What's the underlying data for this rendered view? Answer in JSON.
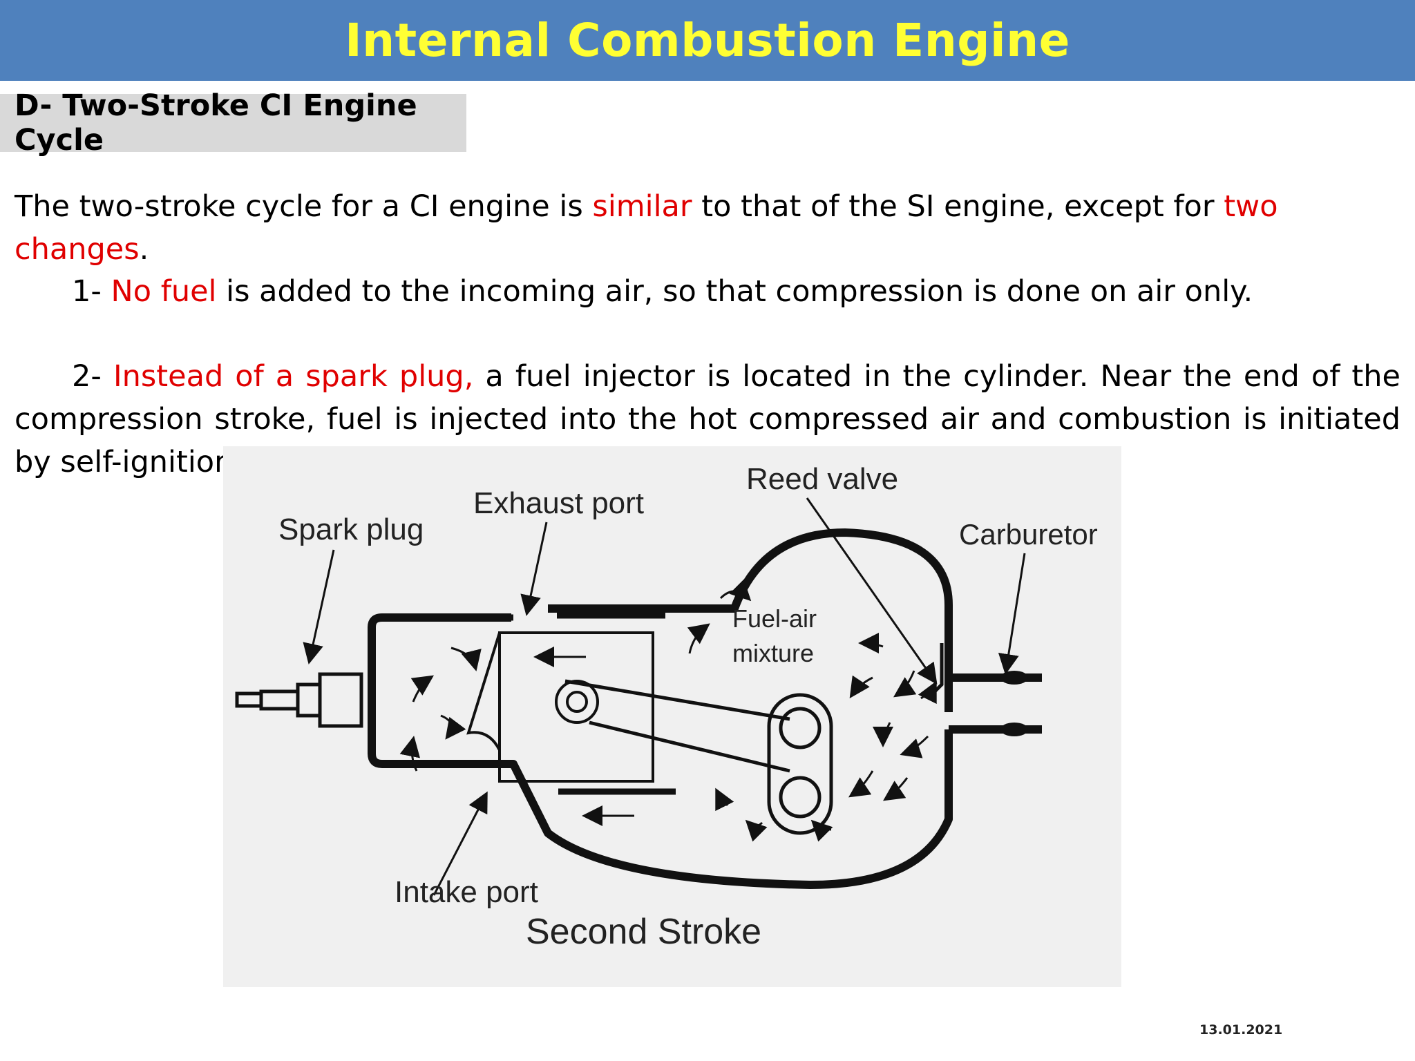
{
  "header": {
    "title": "Internal Combustion Engine"
  },
  "section": {
    "heading": "D- Two-Stroke CI Engine Cycle"
  },
  "intro": {
    "a": "The two-stroke cycle for a CI engine is ",
    "b": "similar",
    "c": " to that of the SI engine, except for ",
    "d": "two changes",
    "e": "."
  },
  "point1": {
    "num": "1- ",
    "red": "No fuel",
    "rest": " is added to the incoming air, so that compression is done on air only."
  },
  "point2": {
    "num": "2- ",
    "red": "Instead of a spark plug,",
    "rest": " a fuel injector is located in the cylinder. Near the end of the compression stroke, fuel is injected into the hot compressed air and combustion is initiated by self-ignition."
  },
  "diagram": {
    "labels": {
      "spark_plug": "Spark plug",
      "exhaust_port": "Exhaust port",
      "reed_valve": "Reed valve",
      "carburetor": "Carburetor",
      "fuel_air_1": "Fuel-air",
      "fuel_air_2": "mixture",
      "intake_port": "Intake port",
      "caption": "Second Stroke"
    }
  },
  "footer": {
    "date": "13.01.2021"
  }
}
